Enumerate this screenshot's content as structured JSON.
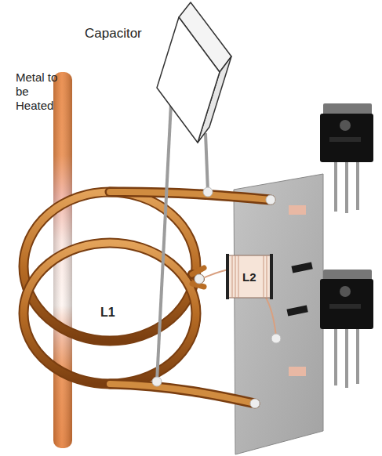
{
  "diagram": {
    "labels": [
      "Capacitor",
      "Metal to be Heated",
      "L1",
      "L2"
    ]
  }
}
